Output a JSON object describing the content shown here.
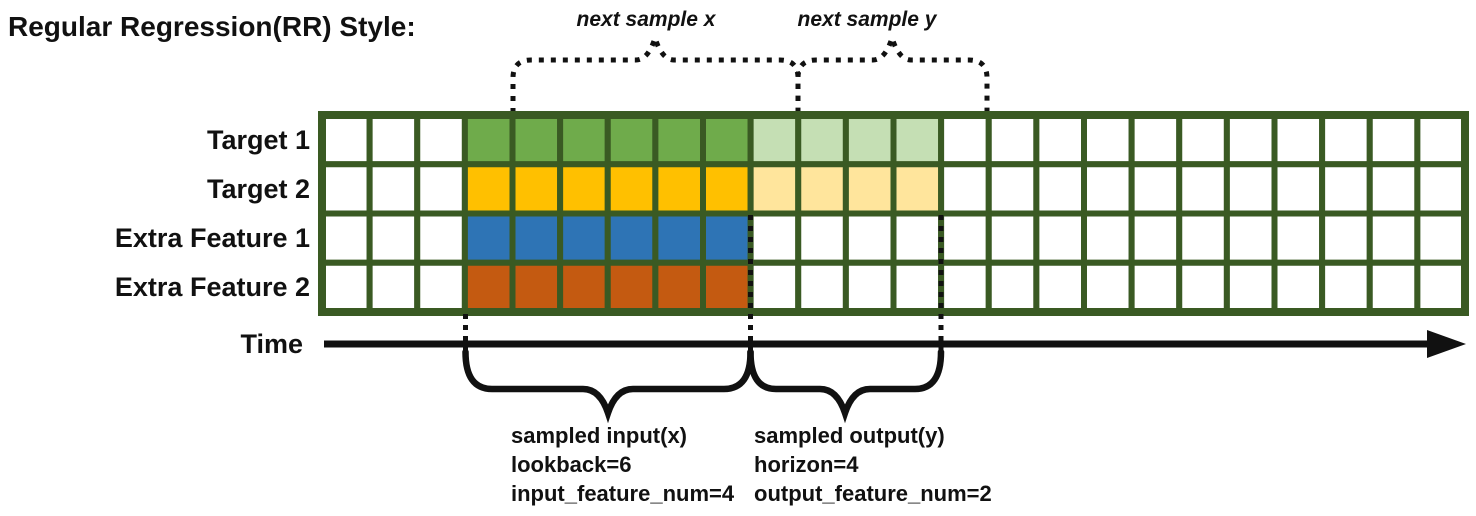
{
  "title": "Regular Regression(RR) Style:",
  "colors": {
    "ink": "#111111",
    "border": "#3A5A23",
    "empty": "#FFFFFF",
    "target1": "#6FAB4B",
    "target1_light": "#C5DFB4",
    "target2": "#FFC000",
    "target2_light": "#FFE59C",
    "extra1": "#2E74B5",
    "extra1_light": "#FFFFFF",
    "extra2": "#C45A11",
    "extra2_light": "#FFFFFF"
  },
  "annotations": {
    "next_sample_x": "next sample x",
    "next_sample_y": "next sample y"
  },
  "rows": [
    {
      "label": "Target 1",
      "color_key": "target1",
      "has_horizon": true
    },
    {
      "label": "Target 2",
      "color_key": "target2",
      "has_horizon": true
    },
    {
      "label": "Extra Feature 1",
      "color_key": "extra1",
      "has_horizon": false
    },
    {
      "label": "Extra Feature 2",
      "color_key": "extra2",
      "has_horizon": false
    }
  ],
  "grid": {
    "columns": 24,
    "lookback_start_col": 3,
    "lookback": 6,
    "horizon": 4
  },
  "time_axis": {
    "label": "Time"
  },
  "sample_blocks": {
    "input": {
      "line1": "sampled input(x)",
      "line2": "lookback=6",
      "line3": "input_feature_num=4"
    },
    "output": {
      "line1": "sampled output(y)",
      "line2": "horizon=4",
      "line3": "output_feature_num=2"
    }
  }
}
